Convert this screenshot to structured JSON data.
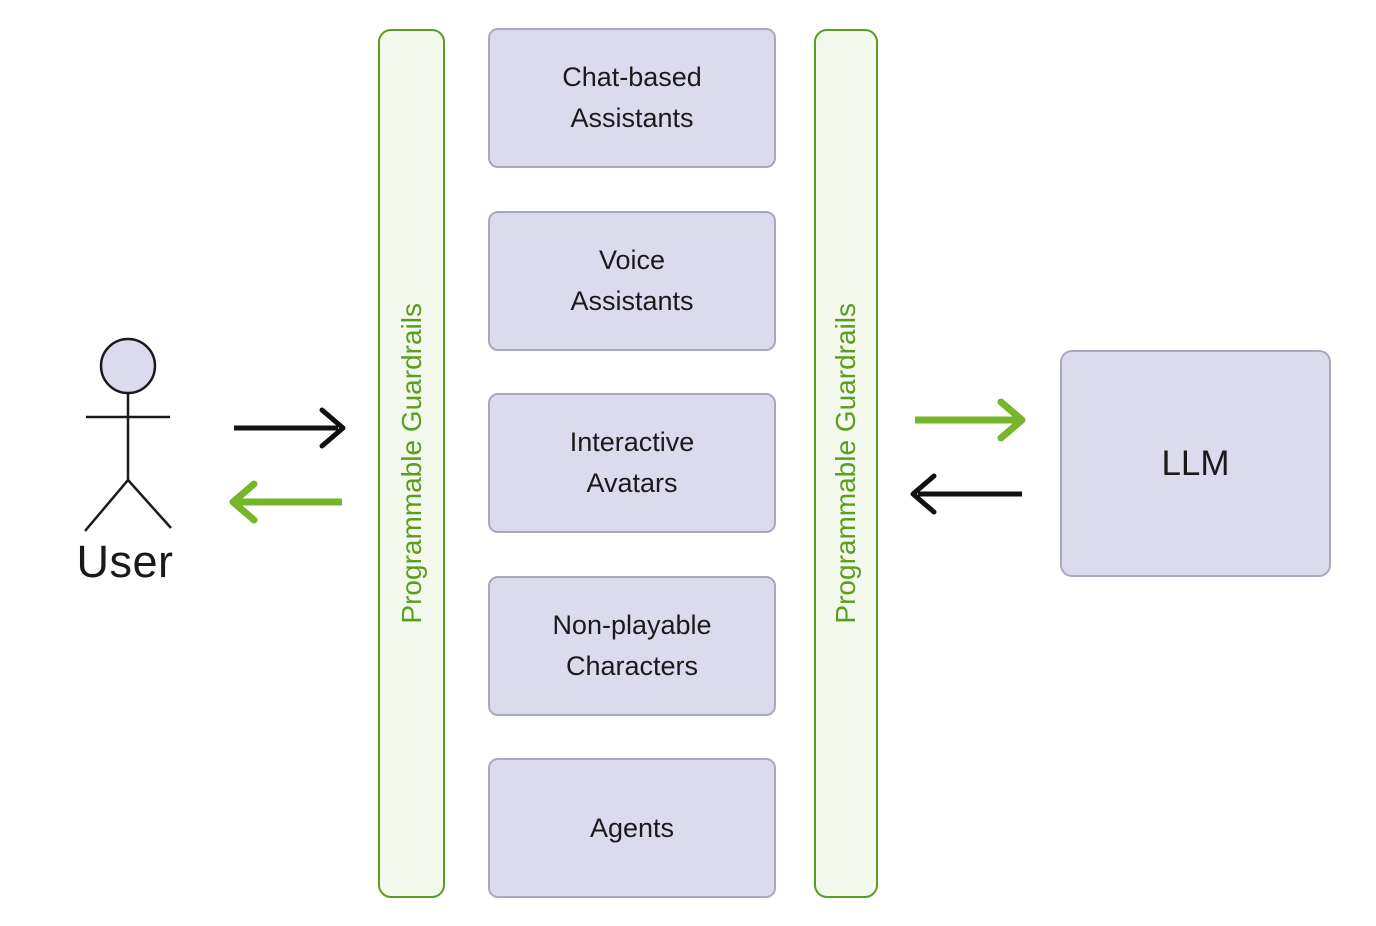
{
  "diagram": {
    "user": {
      "label": "User"
    },
    "guardrail_left": {
      "label": "Programmable Guardrails"
    },
    "guardrail_right": {
      "label": "Programmable Guardrails"
    },
    "apps": [
      {
        "line1": "Chat-based",
        "line2": "Assistants"
      },
      {
        "line1": "Voice",
        "line2": "Assistants"
      },
      {
        "line1": "Interactive",
        "line2": "Avatars"
      },
      {
        "line1": "Non-playable",
        "line2": "Characters"
      },
      {
        "line1": "Agents",
        "line2": ""
      }
    ],
    "llm": {
      "label": "LLM"
    },
    "arrows": [
      {
        "name": "user-to-guardrails",
        "direction": "right",
        "color": "black"
      },
      {
        "name": "guardrails-to-user",
        "direction": "left",
        "color": "green"
      },
      {
        "name": "guardrails-to-llm",
        "direction": "right",
        "color": "green"
      },
      {
        "name": "llm-to-guardrails",
        "direction": "left",
        "color": "black"
      }
    ]
  },
  "colors": {
    "green_dark": "#5a9e1f",
    "green_accent": "#76b62a",
    "green_bg": "#f4f9ed",
    "box_fill": "#dcdbed",
    "box_border": "#a9a9bd",
    "text_color": "#1a1a1a"
  }
}
